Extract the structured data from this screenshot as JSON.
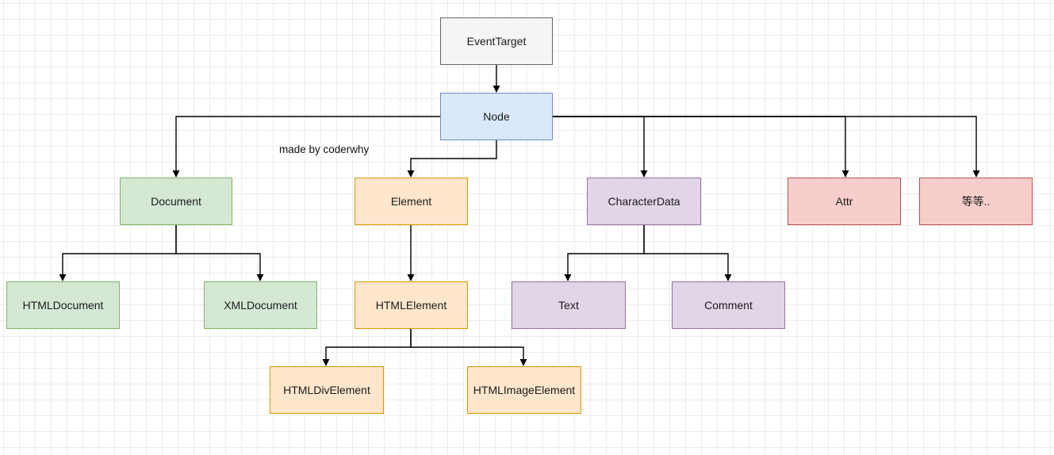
{
  "diagram": {
    "type": "class-hierarchy",
    "note": "made by coderwhy",
    "nodes": {
      "event_target": {
        "label": "EventTarget",
        "fill": "#f5f5f5",
        "stroke": "#666666"
      },
      "node": {
        "label": "Node",
        "fill": "#dae8fc",
        "stroke": "#6c8ebf"
      },
      "document": {
        "label": "Document",
        "fill": "#d5e8d4",
        "stroke": "#82b366"
      },
      "element": {
        "label": "Element",
        "fill": "#ffe6cc",
        "stroke": "#d79b00"
      },
      "character_data": {
        "label": "CharacterData",
        "fill": "#e1d5e7",
        "stroke": "#9673a6"
      },
      "attr": {
        "label": "Attr",
        "fill": "#f8cecc",
        "stroke": "#b85450"
      },
      "etc": {
        "label": "等等..",
        "fill": "#f8cecc",
        "stroke": "#b85450"
      },
      "html_document": {
        "label": "HTMLDocument",
        "fill": "#d5e8d4",
        "stroke": "#82b366"
      },
      "xml_document": {
        "label": "XMLDocument",
        "fill": "#d5e8d4",
        "stroke": "#82b366"
      },
      "html_element": {
        "label": "HTMLElement",
        "fill": "#ffe6cc",
        "stroke": "#d79b00"
      },
      "text": {
        "label": "Text",
        "fill": "#e1d5e7",
        "stroke": "#9673a6"
      },
      "comment": {
        "label": "Comment",
        "fill": "#e1d5e7",
        "stroke": "#9673a6"
      },
      "html_div_element": {
        "label": "HTMLDivElement",
        "fill": "#ffe6cc",
        "stroke": "#d79b00"
      },
      "html_image_element": {
        "label": "HTMLImageElement",
        "fill": "#ffe6cc",
        "stroke": "#d79b00"
      }
    },
    "edges": [
      {
        "from": "event_target",
        "to": "node"
      },
      {
        "from": "node",
        "to": "document"
      },
      {
        "from": "node",
        "to": "element"
      },
      {
        "from": "node",
        "to": "character_data"
      },
      {
        "from": "node",
        "to": "attr"
      },
      {
        "from": "node",
        "to": "etc"
      },
      {
        "from": "document",
        "to": "html_document"
      },
      {
        "from": "document",
        "to": "xml_document"
      },
      {
        "from": "element",
        "to": "html_element"
      },
      {
        "from": "character_data",
        "to": "text"
      },
      {
        "from": "character_data",
        "to": "comment"
      },
      {
        "from": "html_element",
        "to": "html_div_element"
      },
      {
        "from": "html_element",
        "to": "html_image_element"
      }
    ]
  }
}
